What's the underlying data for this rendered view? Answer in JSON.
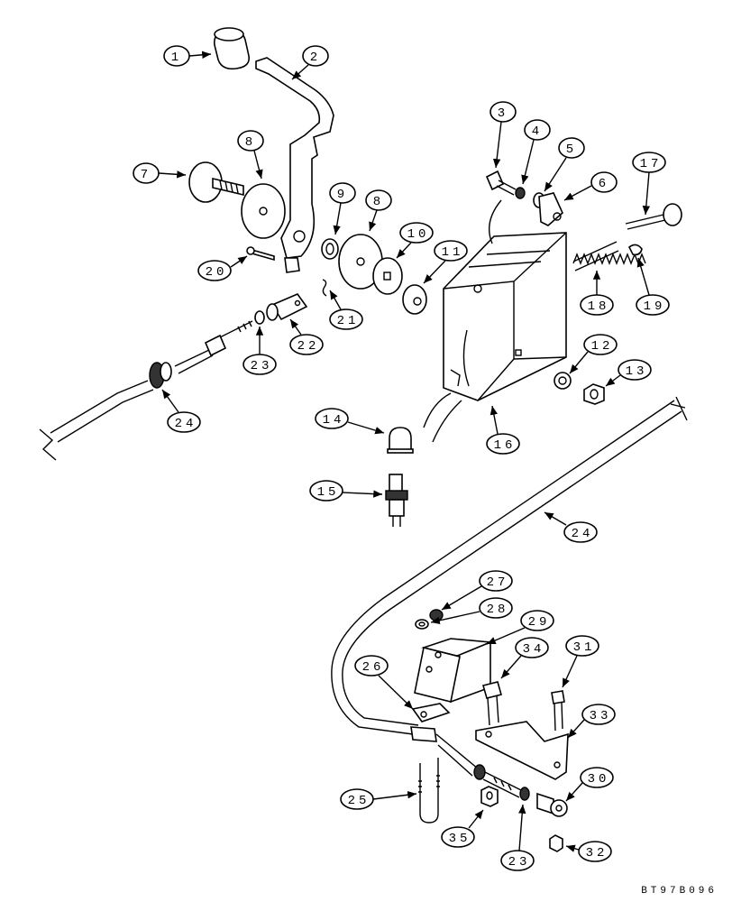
{
  "reference_code": "BT97B096",
  "callouts": [
    {
      "id": "c1",
      "label": "1"
    },
    {
      "id": "c2",
      "label": "2"
    },
    {
      "id": "c3",
      "label": "3"
    },
    {
      "id": "c4",
      "label": "4"
    },
    {
      "id": "c5",
      "label": "5"
    },
    {
      "id": "c6",
      "label": "6"
    },
    {
      "id": "c7",
      "label": "7"
    },
    {
      "id": "c8a",
      "label": "8"
    },
    {
      "id": "c8b",
      "label": "8"
    },
    {
      "id": "c9",
      "label": "9"
    },
    {
      "id": "c10",
      "label": "10"
    },
    {
      "id": "c11",
      "label": "11"
    },
    {
      "id": "c12",
      "label": "12"
    },
    {
      "id": "c13",
      "label": "13"
    },
    {
      "id": "c14",
      "label": "14"
    },
    {
      "id": "c15",
      "label": "15"
    },
    {
      "id": "c16",
      "label": "16"
    },
    {
      "id": "c17",
      "label": "17"
    },
    {
      "id": "c18",
      "label": "18"
    },
    {
      "id": "c19",
      "label": "19"
    },
    {
      "id": "c20",
      "label": "20"
    },
    {
      "id": "c21",
      "label": "21"
    },
    {
      "id": "c22",
      "label": "22"
    },
    {
      "id": "c23a",
      "label": "23"
    },
    {
      "id": "c24a",
      "label": "24"
    },
    {
      "id": "c24b",
      "label": "24"
    },
    {
      "id": "c25",
      "label": "25"
    },
    {
      "id": "c26",
      "label": "26"
    },
    {
      "id": "c27",
      "label": "27"
    },
    {
      "id": "c28",
      "label": "28"
    },
    {
      "id": "c29",
      "label": "29"
    },
    {
      "id": "c30",
      "label": "30"
    },
    {
      "id": "c31",
      "label": "31"
    },
    {
      "id": "c32",
      "label": "32"
    },
    {
      "id": "c33",
      "label": "33"
    },
    {
      "id": "c34",
      "label": "34"
    },
    {
      "id": "c35",
      "label": "35"
    },
    {
      "id": "c23b",
      "label": "23"
    }
  ]
}
